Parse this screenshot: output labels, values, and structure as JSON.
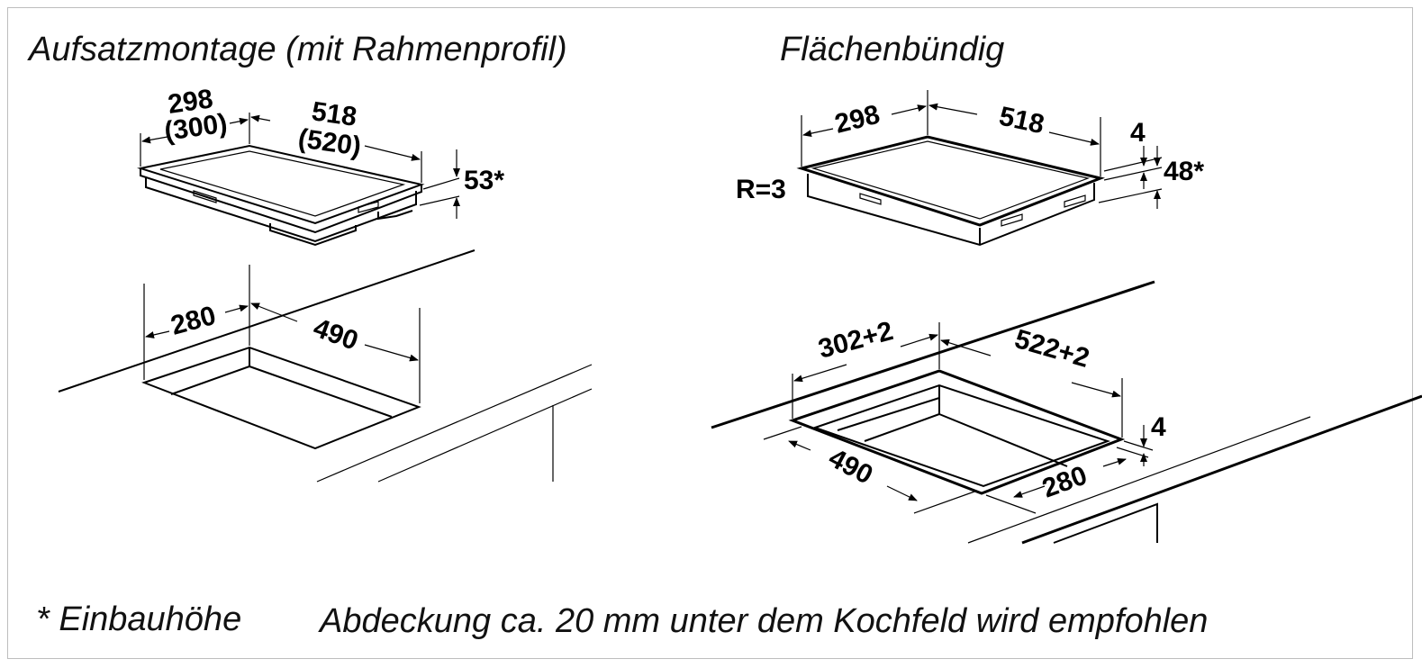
{
  "left": {
    "title": "Aufsatzmontage (mit Rahmenprofil)",
    "dim_width": "298",
    "dim_width_alt": "(300)",
    "dim_length": "518",
    "dim_length_alt": "(520)",
    "dim_height": "53*",
    "cutout_width": "280",
    "cutout_length": "490"
  },
  "right": {
    "title": "Flächenbündig",
    "dim_width": "298",
    "dim_length": "518",
    "radius": "R=3",
    "dim_rim": "4",
    "dim_height": "48*",
    "cutout_width": "302+2",
    "cutout_length": "522+2",
    "recess_depth": "4",
    "inner_length": "490",
    "inner_width": "280"
  },
  "footer": {
    "note": "* Einbauhöhe",
    "recommendation": "Abdeckung ca. 20 mm unter dem Kochfeld wird empfohlen"
  }
}
